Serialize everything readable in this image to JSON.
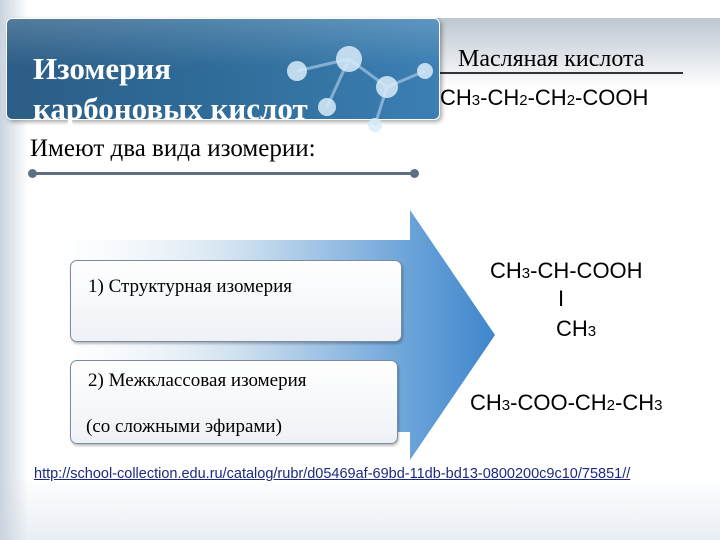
{
  "header": {
    "title_line1": "Изомерия",
    "title_line2": "карбоновых кислот",
    "subject_name": "Масляная кислота",
    "formula_main": {
      "p1": "CH",
      "s1": "3",
      "p2": "-CH",
      "s2": "2",
      "p3": "-CH",
      "s3": "2",
      "p4": "-COOH"
    }
  },
  "intro": "Имеют два вида изомерии:",
  "isomerism": {
    "structural_label": "1) Структурная изомерия",
    "interclass_label": "2) Межклассовая изомерия",
    "interclass_note": "(со сложными эфирами)"
  },
  "structural_formula": {
    "line1": {
      "p1": "CH",
      "s1": "3",
      "p2": "-CH-COOH"
    },
    "line2": "I",
    "line3": {
      "p1": "CH",
      "s1": "3"
    }
  },
  "ester_formula": {
    "p1": "CH",
    "s1": "3",
    "p2": "-COO-CH",
    "s2": "2",
    "p3": "-CH",
    "s3": "3"
  },
  "source_link": "http://school-collection.edu.ru/catalog/rubr/d05469af-69bd-11db-bd13-0800200c9c10/75851//",
  "colors": {
    "title_bg": "#2f6b98",
    "arrow": "#4a8fce",
    "link": "#1c2a80"
  }
}
